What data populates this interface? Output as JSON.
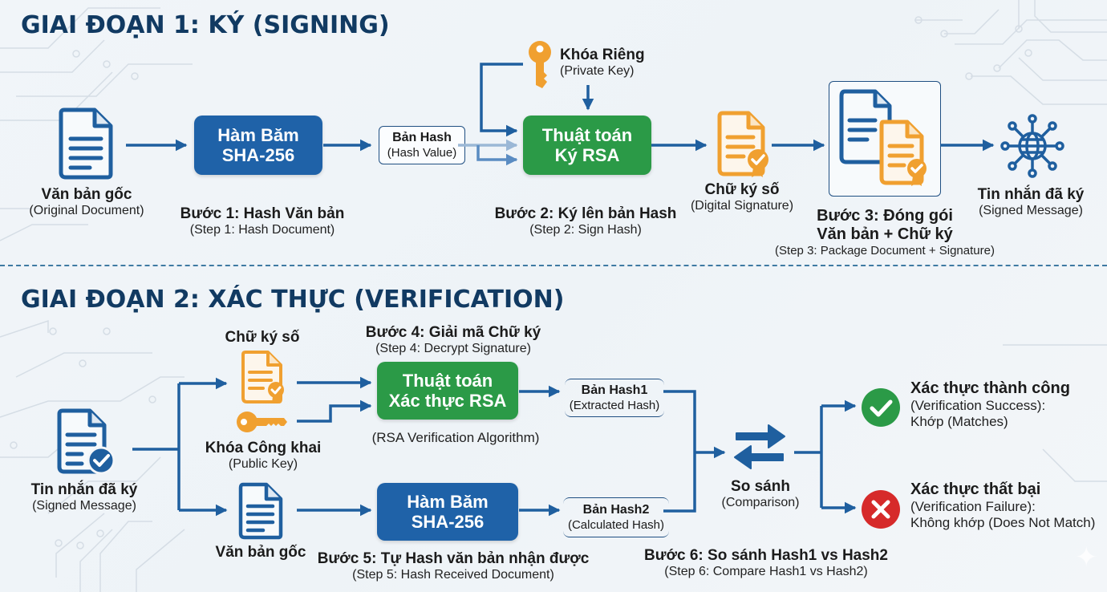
{
  "colors": {
    "title": "#113a62",
    "arrow": "#1f5f9f",
    "blue_box": "#1f62a8",
    "green_box": "#2b9a47",
    "orange": "#f0a030",
    "success": "#2b9a47",
    "failure": "#d62a2a",
    "divider": "#3f7aa3"
  },
  "stage1": {
    "title": "GIAI ĐOẠN 1: KÝ (SIGNING)",
    "original_doc": {
      "main": "Văn bản gốc",
      "sub": "(Original Document)",
      "icon": "document-icon"
    },
    "hash_function": {
      "line1": "Hàm Băm",
      "line2": "SHA-256"
    },
    "step1": {
      "main": "Bước 1: Hash Văn bản",
      "sub": "(Step 1: Hash Document)"
    },
    "hash_value": {
      "main": "Bản Hash",
      "sub": "(Hash Value)"
    },
    "private_key": {
      "main": "Khóa Riêng",
      "sub": "(Private Key)",
      "icon": "key-icon"
    },
    "sign_algo": {
      "line1": "Thuật toán",
      "line2": "Ký RSA"
    },
    "step2": {
      "main": "Bước 2: Ký lên bản Hash",
      "sub": "(Step 2: Sign Hash)"
    },
    "signature": {
      "main": "Chữ ký số",
      "sub": "(Digital Signature)",
      "icon": "certificate-icon"
    },
    "step3": {
      "line1": "Bước 3: Đóng gói",
      "line2": "Văn bản + Chữ ký",
      "sub": "(Step 3: Package Document + Signature)"
    },
    "signed_msg": {
      "main": "Tin nhắn đã ký",
      "sub": "(Signed Message)",
      "icon": "network-globe-icon"
    }
  },
  "stage2": {
    "title": "GIAI ĐOẠN 2: XÁC THỰC (VERIFICATION)",
    "signed_msg": {
      "main": "Tin nhắn đã ký",
      "sub": "(Signed Message)",
      "icon": "document-check-icon"
    },
    "signature": {
      "main": "Chữ ký số",
      "icon": "certificate-icon"
    },
    "public_key": {
      "main": "Khóa Công khai",
      "sub": "(Public Key)",
      "icon": "key-icon"
    },
    "original_doc": {
      "main": "Văn bản gốc",
      "icon": "document-icon"
    },
    "step4": {
      "main": "Bước 4: Giải mã Chữ ký",
      "sub": "(Step 4: Decrypt Signature)"
    },
    "verify_algo": {
      "line1": "Thuật toán",
      "line2": "Xác thực RSA",
      "caption": "(RSA Verification Algorithm)"
    },
    "hash1": {
      "main": "Bản Hash1",
      "sub": "(Extracted Hash)"
    },
    "hash_function": {
      "line1": "Hàm Băm",
      "line2": "SHA-256"
    },
    "step5": {
      "main": "Bước 5: Tự Hash văn bản nhận được",
      "sub": "(Step 5: Hash Received Document)"
    },
    "hash2": {
      "main": "Bản Hash2",
      "sub": "(Calculated Hash)"
    },
    "compare": {
      "main": "So sánh",
      "sub": "(Comparison)",
      "icon": "swap-arrows-icon"
    },
    "step6": {
      "main": "Bước 6: So sánh Hash1 vs Hash2",
      "sub": "(Step 6: Compare Hash1 vs Hash2)"
    },
    "success": {
      "main": "Xác thực thành công",
      "sub1": "(Verification Success):",
      "sub2": "Khớp (Matches)",
      "icon": "check-circle-icon"
    },
    "failure": {
      "main": "Xác thực thất bại",
      "sub1": "(Verification Failure):",
      "sub2": "Không khớp (Does Not Match)",
      "icon": "x-circle-icon"
    }
  }
}
